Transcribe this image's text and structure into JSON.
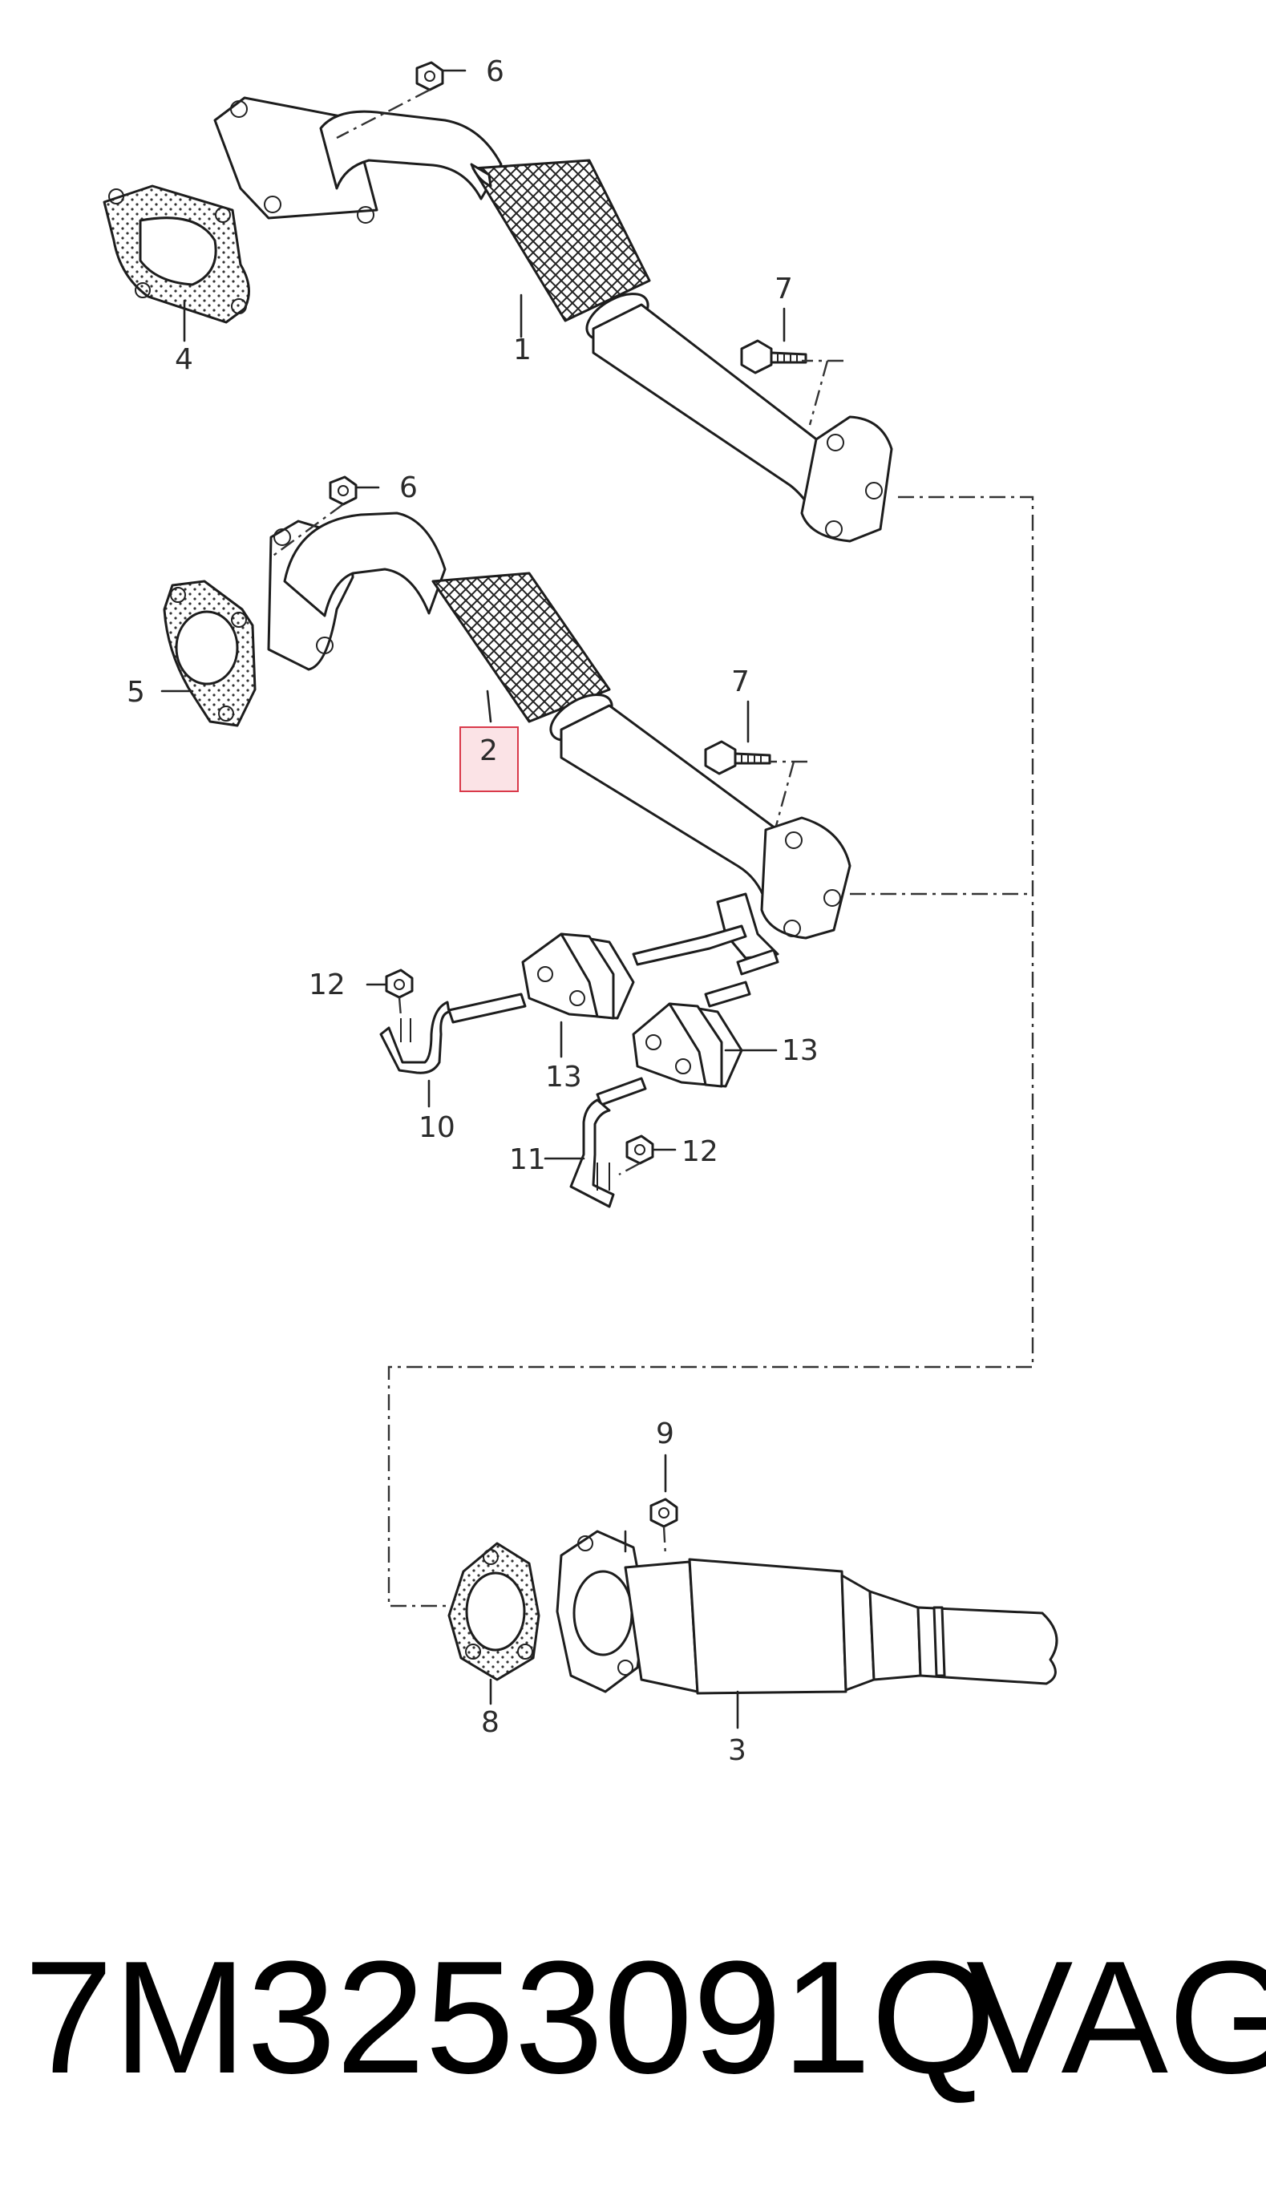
{
  "callouts": {
    "c1": "1",
    "c2": "2",
    "c3": "3",
    "c4": "4",
    "c5": "5",
    "c6a": "6",
    "c6b": "6",
    "c7a": "7",
    "c7b": "7",
    "c8": "8",
    "c9": "9",
    "c10": "10",
    "c11": "11",
    "c12a": "12",
    "c12b": "12",
    "c13a": "13",
    "c13b": "13"
  },
  "highlight_color": "#d9394a",
  "highlight_fill": "#fbe3e6",
  "footer": {
    "part_number": "7M3253091Q",
    "brand": "VAG"
  }
}
